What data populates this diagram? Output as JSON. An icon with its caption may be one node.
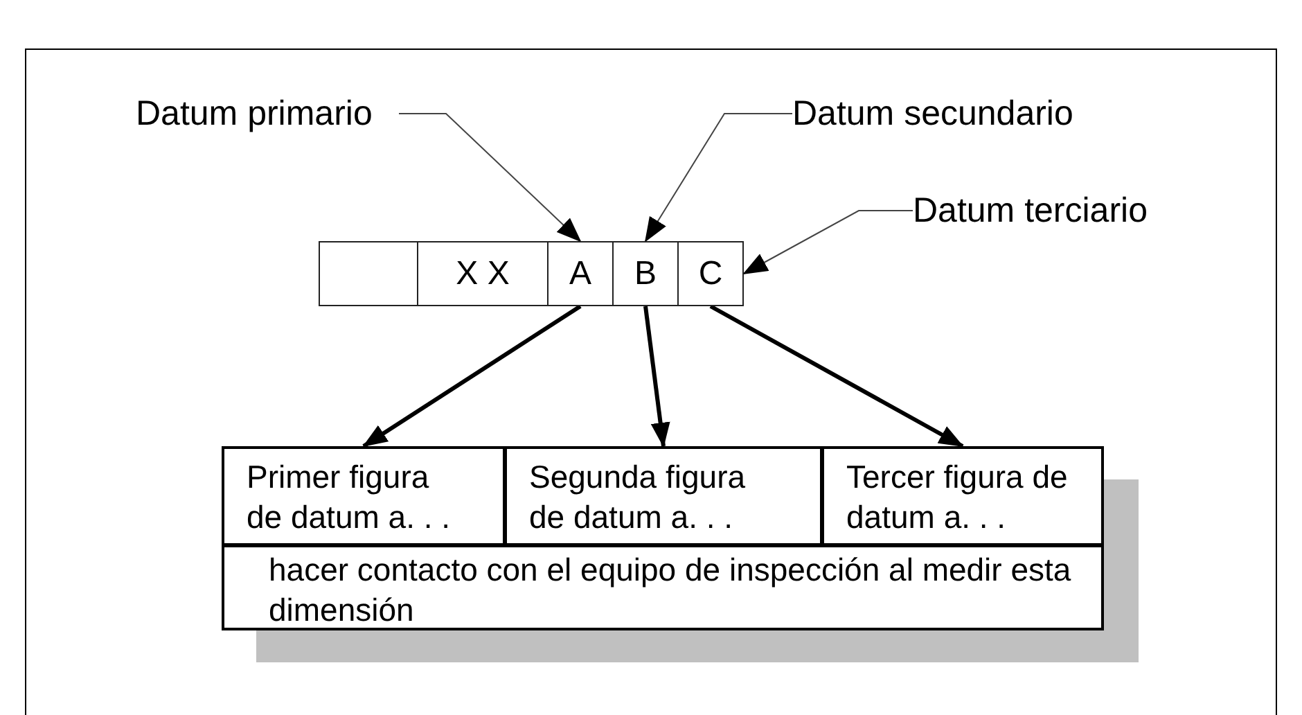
{
  "diagram": {
    "nodes": [
      {
        "text": [],
        "shape": "box"
      },
      {
        "text": [
          "X X"
        ]
      },
      {
        "text": [
          "A"
        ]
      },
      {
        "text": [
          "B"
        ]
      },
      {
        "text": [
          "C"
        ]
      },
      {
        "text": [
          "Datum primario"
        ]
      },
      {
        "text": [
          "Datum secundario"
        ]
      },
      {
        "text": [
          "Datum terciario"
        ]
      },
      {
        "text": [
          "Primer figura de datum a. . ."
        ]
      },
      {
        "text": [
          "Segunda figura de datum a. . ."
        ]
      },
      {
        "text": [
          "Tercer figura de datum a. . ."
        ]
      },
      {
        "text": [
          "hacer contacto con el equipo de inspección al medir esta dimensión"
        ]
      }
    ],
    "edges": [
      {
        "from": 5,
        "to": 2,
        "arrow": "to"
      },
      {
        "from": 6,
        "to": 3,
        "arrow": "to"
      },
      {
        "from": 7,
        "to": 4,
        "arrow": "to"
      },
      {
        "from": 2,
        "to": 8,
        "arrow": "to",
        "style": "thick"
      },
      {
        "from": 3,
        "to": 9,
        "arrow": "to",
        "style": "thick"
      },
      {
        "from": 4,
        "to": 10,
        "arrow": "to",
        "style": "thick"
      }
    ]
  }
}
